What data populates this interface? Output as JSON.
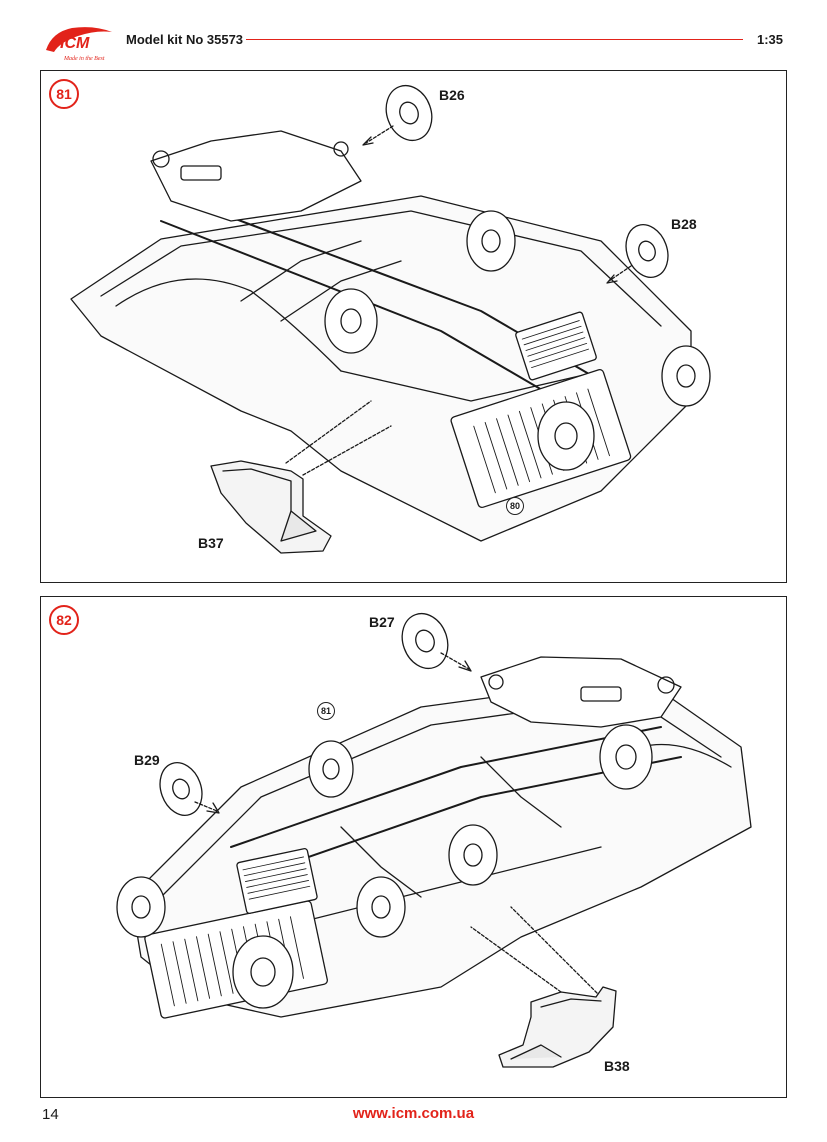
{
  "header": {
    "brand": "ICM",
    "tagline": "Made in the Best",
    "kit_number": "Model kit No 35573",
    "scale": "1:35"
  },
  "steps": [
    {
      "number": "81",
      "reference_step": "80",
      "parts": {
        "top": "B26",
        "right": "B28",
        "bottom": "B37"
      }
    },
    {
      "number": "82",
      "reference_step": "81",
      "parts": {
        "top": "B27",
        "left": "B29",
        "bottom": "B38"
      }
    }
  ],
  "footer": {
    "page_number": "14",
    "website": "www.icm.com.ua"
  },
  "colors": {
    "accent": "#e2231a",
    "line": "#1a1a1a"
  }
}
